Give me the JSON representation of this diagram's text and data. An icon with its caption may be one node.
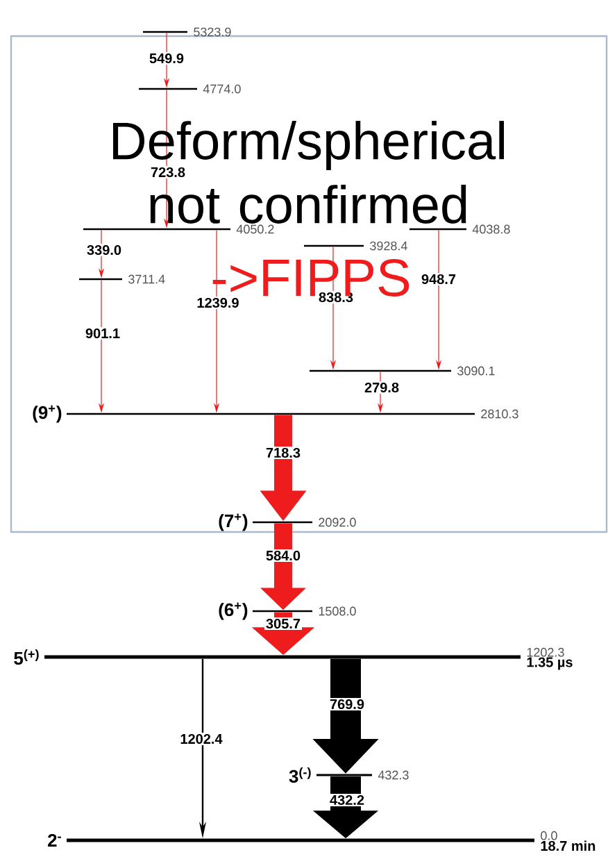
{
  "diagram": {
    "nodes": [
      {
        "text": [
          "5323.9"
        ]
      },
      {
        "text": [
          "4774.0"
        ]
      },
      {
        "text": [
          "4050.2"
        ]
      },
      {
        "text": [
          "3711.4"
        ]
      },
      {
        "text": [
          "3928.4"
        ]
      },
      {
        "text": [
          "4038.8"
        ]
      },
      {
        "text": [
          "3090.1"
        ]
      },
      {
        "text": [
          "2810.3"
        ],
        "beside": [
          "(9$^{+}$)"
        ]
      },
      {
        "text": [
          "2092.0"
        ],
        "beside": [
          "(7$^{+}$)"
        ]
      },
      {
        "text": [
          "1508.0"
        ],
        "beside": [
          "(6$^{+}$)"
        ]
      },
      {
        "text": [
          "1202.3",
          "1.35 µs"
        ],
        "beside": [
          "5$^{(+)}$"
        ]
      },
      {
        "text": [
          "432.3"
        ],
        "beside": [
          "3$^{(-)}$"
        ]
      },
      {
        "text": [
          "0.0",
          "18.7 min"
        ],
        "beside": [
          "2$^{-}$"
        ]
      }
    ],
    "edges": [
      {
        "from": 0,
        "to": 1,
        "arrow": "to",
        "label": "549.9"
      },
      {
        "from": 1,
        "to": 2,
        "arrow": "to",
        "label": "723.8"
      },
      {
        "from": 2,
        "to": 3,
        "arrow": "to",
        "label": "339.0"
      },
      {
        "from": 2,
        "to": 7,
        "arrow": "to",
        "label": "1239.9"
      },
      {
        "from": 3,
        "to": 7,
        "arrow": "to",
        "label": "901.1"
      },
      {
        "from": 4,
        "to": 6,
        "arrow": "to",
        "label": "838.3"
      },
      {
        "from": 5,
        "to": 6,
        "arrow": "to",
        "label": "948.7"
      },
      {
        "from": 6,
        "to": 7,
        "arrow": "to",
        "label": "279.8"
      },
      {
        "from": 7,
        "to": 8,
        "arrow": "to",
        "label": "718.3",
        "style": "thick"
      },
      {
        "from": 8,
        "to": 9,
        "arrow": "to",
        "label": "584.0",
        "style": "thick"
      },
      {
        "from": 9,
        "to": 10,
        "arrow": "to",
        "label": "305.7",
        "style": "thick"
      },
      {
        "from": 10,
        "to": 12,
        "arrow": "to",
        "label": "1202.4",
        "color": "#000000"
      },
      {
        "from": 10,
        "to": 11,
        "arrow": "to",
        "label": "769.9",
        "style": "thick",
        "color": "#000000"
      },
      {
        "from": 11,
        "to": 12,
        "arrow": "to",
        "label": "432.2",
        "style": "thick",
        "color": "#000000"
      }
    ],
    "labels": [
      "Deform/spherical not confirmed",
      "->FIPPS"
    ]
  }
}
